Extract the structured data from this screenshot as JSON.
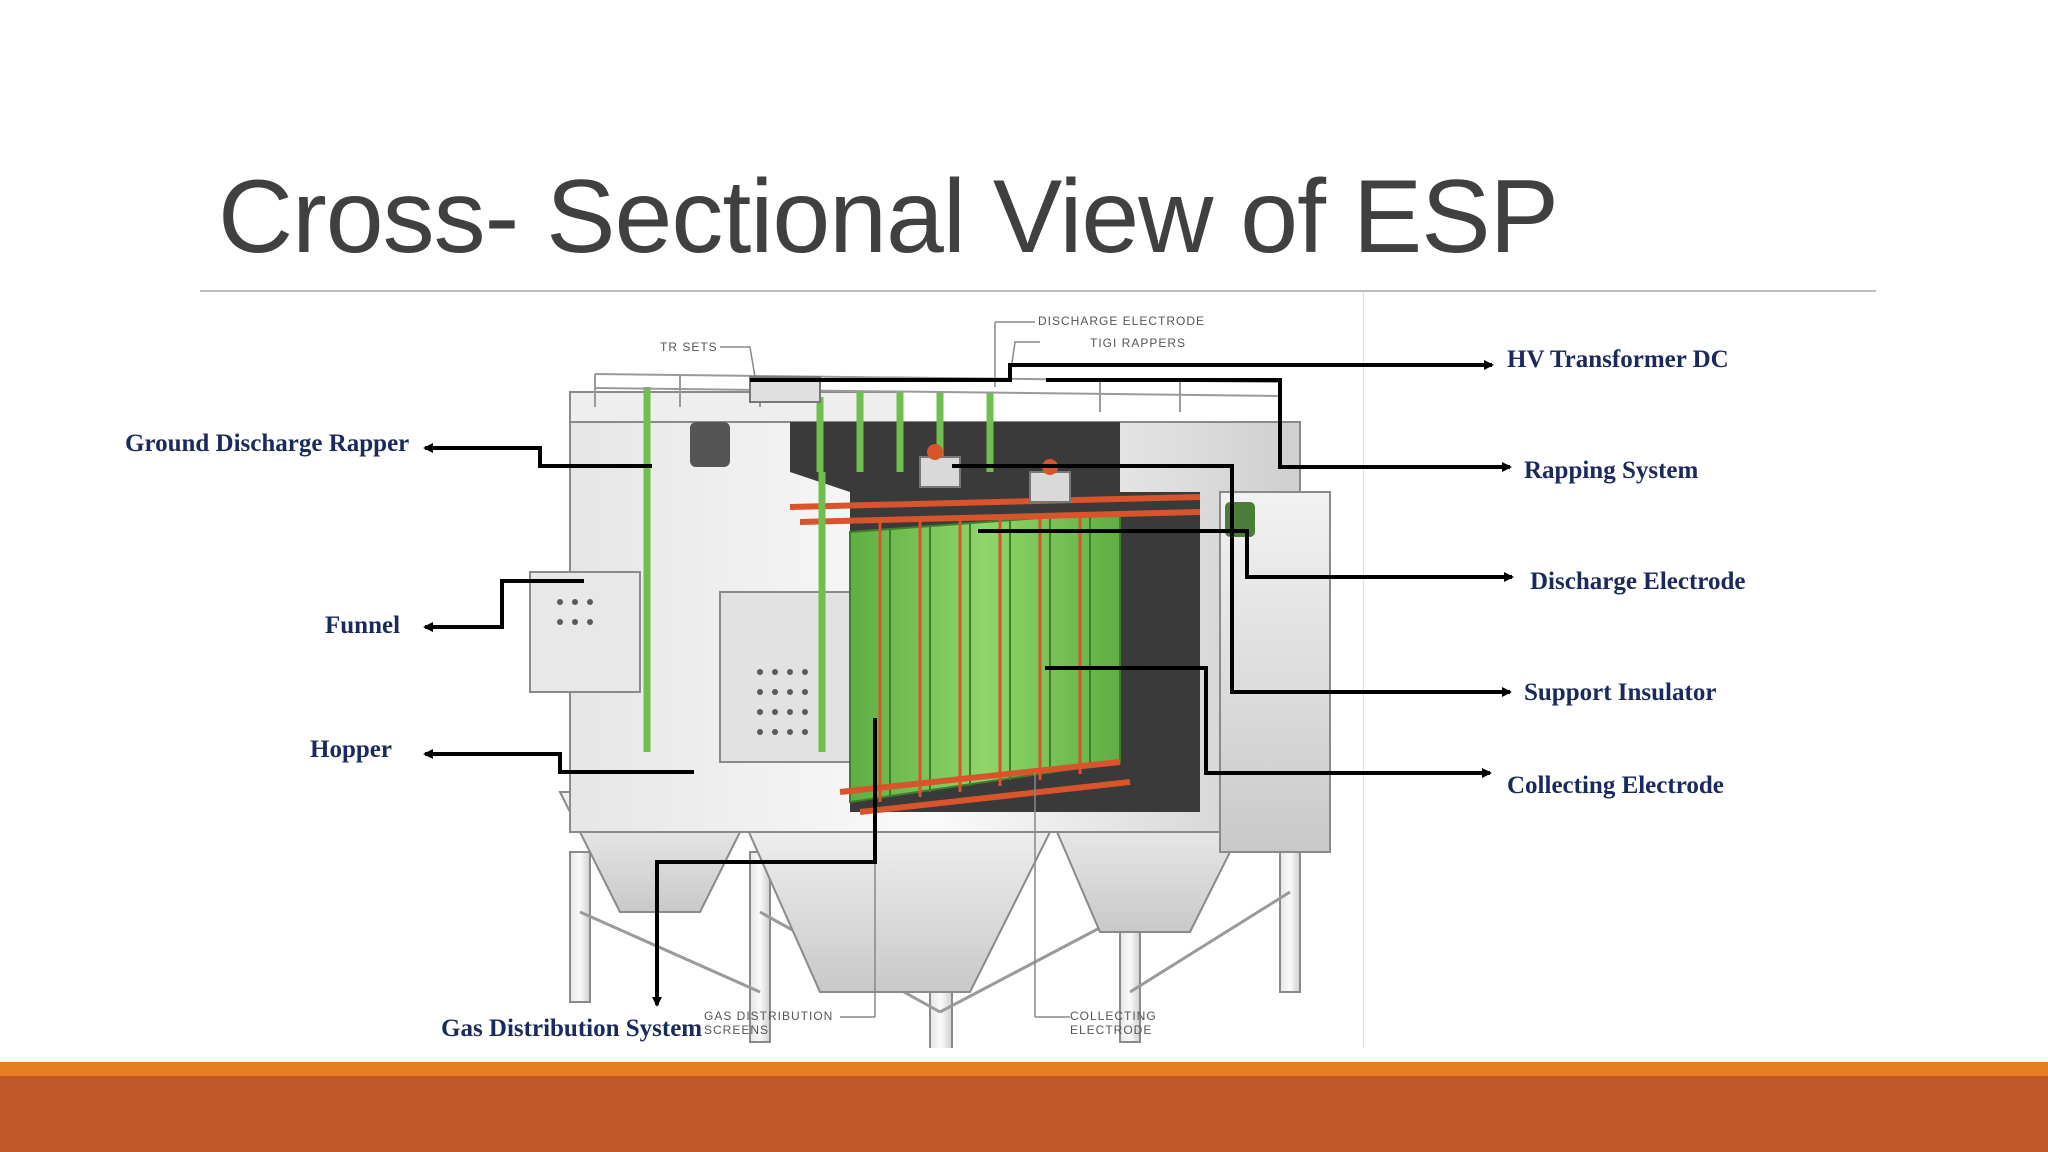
{
  "slide": {
    "title": "Cross- Sectional View of ESP"
  },
  "diagram": {
    "callouts": {
      "hv_transformer": "HV Transformer DC",
      "ground_discharge_rapper": "Ground Discharge Rapper",
      "rapping_system": "Rapping System",
      "discharge_electrode": "Discharge Electrode",
      "funnel": "Funnel",
      "support_insulator": "Support Insulator",
      "hopper": "Hopper",
      "collecting_electrode": "Collecting Electrode",
      "gas_distribution_system": "Gas Distribution System"
    },
    "figure_labels": {
      "discharge_electrode": "DISCHARGE ELECTRODE",
      "tr_sets": "TR SETS",
      "tigi_rappers": "TIGI RAPPERS",
      "gas_distribution_screens_1": "GAS DISTRIBUTION",
      "gas_distribution_screens_2": "SCREENS",
      "collecting_electrode_1": "COLLECTING",
      "collecting_electrode_2": "ELECTRODE"
    }
  },
  "colors": {
    "title": "#404040",
    "callout_text": "#1a2a5c",
    "electrode_green": "#7cc45a",
    "frame_red": "#d9532b",
    "footer_thin": "#e67e22",
    "footer_thick": "#c0582a"
  }
}
